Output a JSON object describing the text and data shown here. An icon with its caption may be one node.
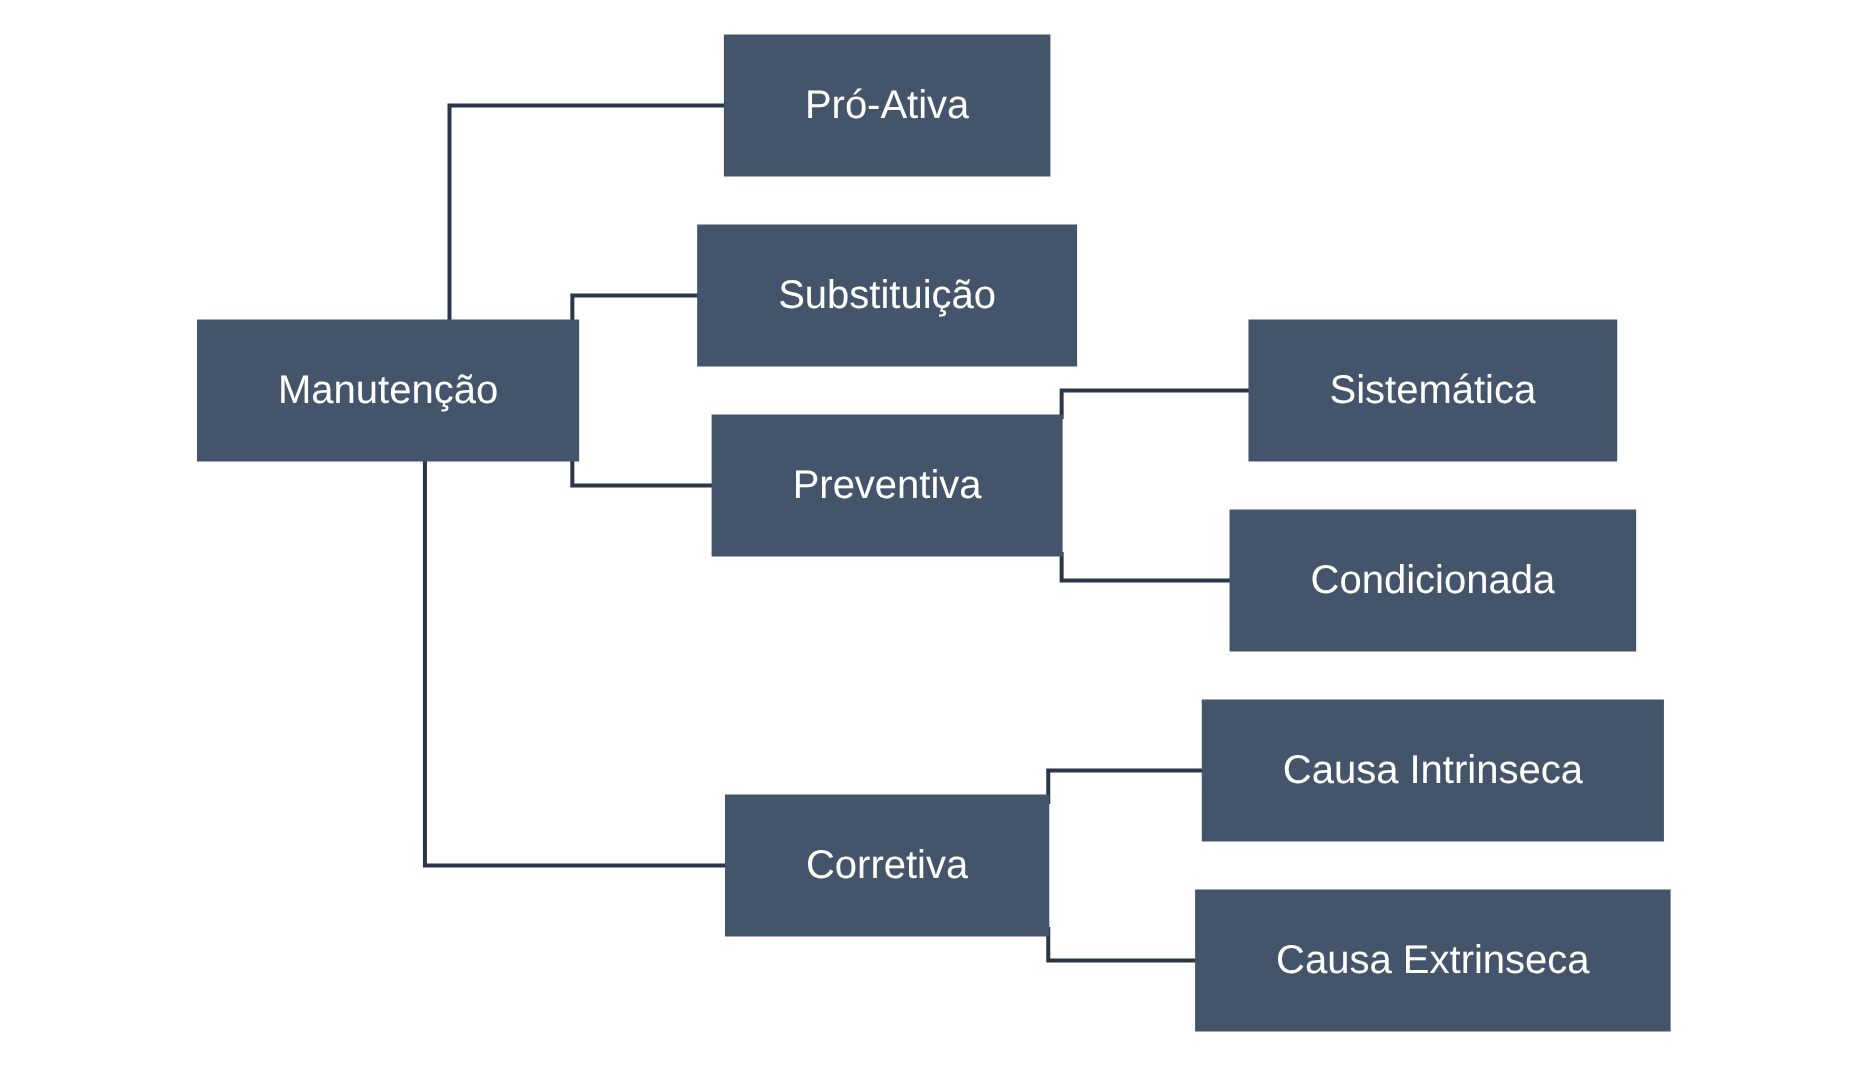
{
  "diagram": {
    "nodes": [
      {
        "text": [
          "Manutenção"
        ]
      },
      {
        "text": [
          "Pró-Ativa"
        ]
      },
      {
        "text": [
          "Substituição"
        ]
      },
      {
        "text": [
          "Preventiva"
        ]
      },
      {
        "text": [
          "Sistemática"
        ]
      },
      {
        "text": [
          "Condicionada"
        ]
      },
      {
        "text": [
          "Corretiva"
        ]
      },
      {
        "text": [
          "Causa Intrinseca"
        ]
      },
      {
        "text": [
          "Causa Extrinseca"
        ]
      }
    ],
    "edges": [
      {
        "from": 0,
        "to": 1,
        "arrow": "none"
      },
      {
        "from": 0,
        "to": 2,
        "arrow": "none"
      },
      {
        "from": 0,
        "to": 3,
        "arrow": "none"
      },
      {
        "from": 0,
        "to": 6,
        "arrow": "none"
      },
      {
        "from": 3,
        "to": 4,
        "arrow": "none"
      },
      {
        "from": 3,
        "to": 5,
        "arrow": "none"
      },
      {
        "from": 6,
        "to": 7,
        "arrow": "none"
      },
      {
        "from": 6,
        "to": 8,
        "arrow": "none"
      }
    ]
  }
}
